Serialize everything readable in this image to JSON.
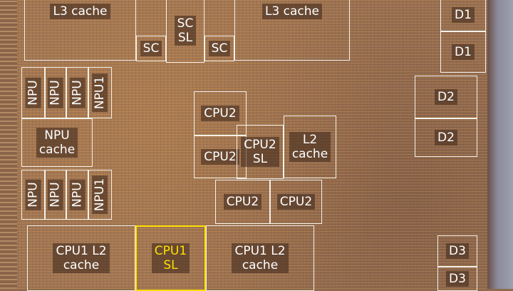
{
  "colors": {
    "outline": "#f4f1ea",
    "highlight": "#ffe000",
    "label_bg": "#462d1e"
  },
  "blocks": {
    "l3_left": "L3 cache",
    "l3_right": "L3 cache",
    "sc_sl": "SC\nSL",
    "sc_left": "SC",
    "sc_right": "SC",
    "d1_top": "D1",
    "d1_bottom": "D1",
    "d2_top": "D2",
    "d2_bottom": "D2",
    "d3_top": "D3",
    "d3_bottom": "D3",
    "npu_top": [
      "NPU",
      "NPU",
      "NPU",
      "NPU1"
    ],
    "npu_bottom": [
      "NPU",
      "NPU",
      "NPU",
      "NPU1"
    ],
    "npu_cache": "NPU\ncache",
    "cpu2_a": "CPU2",
    "cpu2_b": "CPU2",
    "cpu2_sl": "CPU2\nSL",
    "l2_cache": "L2\ncache",
    "cpu2_c": "CPU2",
    "cpu2_d": "CPU2",
    "cpu1_l2_left": "CPU1 L2\ncache",
    "cpu1_sl": "CPU1\nSL",
    "cpu1_l2_right": "CPU1 L2\ncache"
  }
}
